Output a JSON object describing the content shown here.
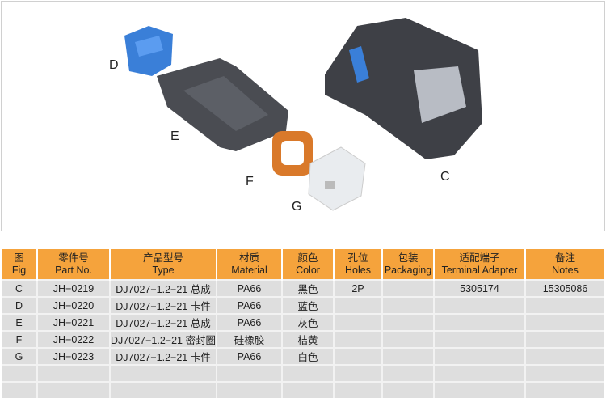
{
  "figure": {
    "labels": {
      "C": "C",
      "D": "D",
      "E": "E",
      "F": "F",
      "G": "G"
    }
  },
  "table": {
    "headers": [
      {
        "zh": "图",
        "en": "Fig"
      },
      {
        "zh": "零件号",
        "en": "Part No."
      },
      {
        "zh": "产品型号",
        "en": "Type"
      },
      {
        "zh": "材质",
        "en": "Material"
      },
      {
        "zh": "颜色",
        "en": "Color"
      },
      {
        "zh": "孔位",
        "en": "Holes"
      },
      {
        "zh": "包装",
        "en": "Packaging"
      },
      {
        "zh": "适配端子",
        "en": "Terminal Adapter"
      },
      {
        "zh": "备注",
        "en": "Notes"
      }
    ],
    "rows": [
      [
        "C",
        "JH−0219",
        "DJ7027−1.2−21 总成",
        "PA66",
        "黑色",
        "2P",
        "",
        "5305174",
        "15305086"
      ],
      [
        "D",
        "JH−0220",
        "DJ7027−1.2−21 卡件",
        "PA66",
        "蓝色",
        "",
        "",
        "",
        ""
      ],
      [
        "E",
        "JH−0221",
        "DJ7027−1.2−21 总成",
        "PA66",
        "灰色",
        "",
        "",
        "",
        ""
      ],
      [
        "F",
        "JH−0222",
        "DJ7027−1.2−21 密封圈",
        "硅橡胶",
        "桔黄",
        "",
        "",
        "",
        ""
      ],
      [
        "G",
        "JH−0223",
        "DJ7027−1.2−21 卡件",
        "PA66",
        "白色",
        "",
        "",
        "",
        ""
      ],
      [
        "",
        "",
        "",
        "",
        "",
        "",
        "",
        "",
        ""
      ],
      [
        "",
        "",
        "",
        "",
        "",
        "",
        "",
        "",
        ""
      ]
    ]
  },
  "colors": {
    "header": "#f5a33c",
    "row": "#dedede"
  }
}
